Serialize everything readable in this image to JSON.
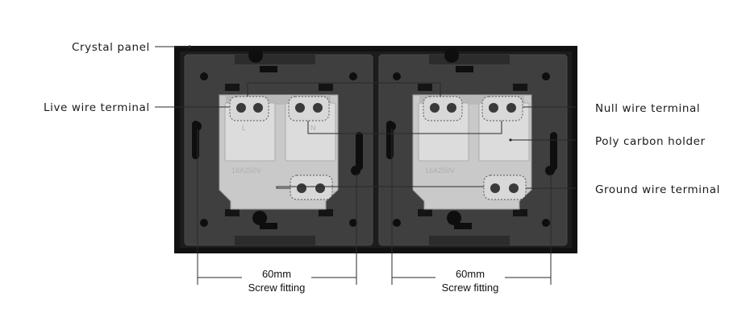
{
  "callouts": {
    "crystal_panel": "Crystal panel",
    "live_wire_terminal": "Live wire terminal",
    "null_wire_terminal": "Null wire terminal",
    "poly_carbon_holder": "Poly carbon holder",
    "ground_wire_terminal": "Ground wire terminal"
  },
  "dimensions": {
    "left": {
      "value": "60mm",
      "label": "Screw fitting"
    },
    "right": {
      "value": "60mm",
      "label": "Screw fitting"
    }
  },
  "module_markings": {
    "left_rating": "16A250V",
    "right_rating": "16A250V",
    "live_letter": "L",
    "null_letter": "N"
  }
}
